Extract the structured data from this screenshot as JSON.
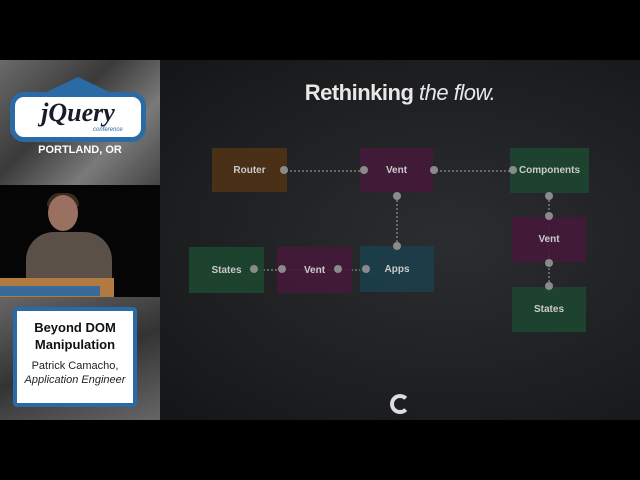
{
  "conference": {
    "brand": "jQuery",
    "subtitle": "conference",
    "location": "PORTLAND, OR"
  },
  "talk": {
    "title": "Beyond DOM Manipulation",
    "speaker": "Patrick Camacho,",
    "role": "Application Engineer"
  },
  "slide": {
    "title_bold": "Rethinking",
    "title_italic": "the flow.",
    "nodes": [
      {
        "label": "Router",
        "color": "#4e3216"
      },
      {
        "label": "Vent",
        "color": "#45193a"
      },
      {
        "label": "Components",
        "color": "#1d4630"
      },
      {
        "label": "Vent",
        "color": "#45193a"
      },
      {
        "label": "States",
        "color": "#1d4630"
      },
      {
        "label": "States",
        "color": "#1d4630"
      },
      {
        "label": "Vent",
        "color": "#45193a"
      },
      {
        "label": "Apps",
        "color": "#1b3f4a"
      }
    ]
  },
  "colors": {
    "accent": "#2a6aa5"
  }
}
